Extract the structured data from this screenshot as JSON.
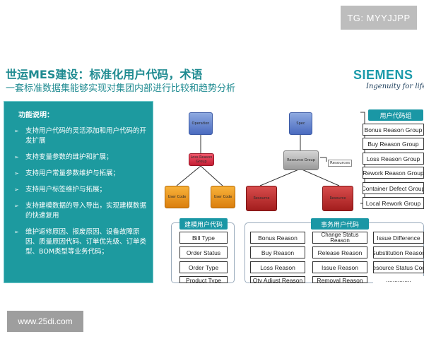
{
  "watermark_top": "TG: MYYJJPP",
  "watermark_bottom": "www.25di.com",
  "title": "世运MES建设：标准化用户代码，术语",
  "subtitle": "一套标准数据集能够实现对集团内部进行比较和趋势分析",
  "brand": {
    "name": "SIEMENS",
    "tagline": "Ingenuity for life",
    "color": "#1b9aaa"
  },
  "panel": {
    "heading": "功能说明：",
    "bullets": [
      "支持用户代码的灵活添加和用户代码的开发扩展",
      "支持变量参数的维护和扩展；",
      "支持用户常量参数维护与拓展；",
      "支持用户标签维护与拓展；",
      "支持建模数据的导入导出，实现建模数据的快速复用",
      "维护返修原因、报废原因、设备故障原因、质量原因代码、订单优先级、订单类型、BOM类型等业务代码；"
    ],
    "color": "#1d9a9f"
  },
  "diagram": {
    "operation": "Operation",
    "loss_reason_group": "Loss Reason Group",
    "user_code_1": "User Code",
    "user_code_2": "User Code",
    "spec": "Spec",
    "resource_group": "Resource Group",
    "resources_callout": "Resources",
    "resource_1": "Resource",
    "resource_2": "Resource"
  },
  "user_code_group": {
    "title": "用户代码组",
    "items": [
      "Bonus Reason Group",
      "Buy Reason Group",
      "Loss Reason Group",
      "Rework Reason Group",
      "Container Defect Group",
      "Local Rework Group"
    ]
  },
  "modeling_codes": {
    "title": "建模用户代码",
    "items": [
      "Bill Type",
      "Order Status",
      "Order Type",
      "Product Type"
    ]
  },
  "transaction_codes": {
    "title": "事务用户代码",
    "col1": [
      "Bonus Reason",
      "Buy Reason",
      "Loss Reason",
      "Qty Adjust Reason"
    ],
    "col2": [
      "Change Status Reason",
      "Release Reason",
      "Issue Reason",
      "Removal Reason"
    ],
    "col3": [
      "Issue Difference",
      "Substitution Reason",
      "Resource Status Code",
      "..............."
    ]
  }
}
